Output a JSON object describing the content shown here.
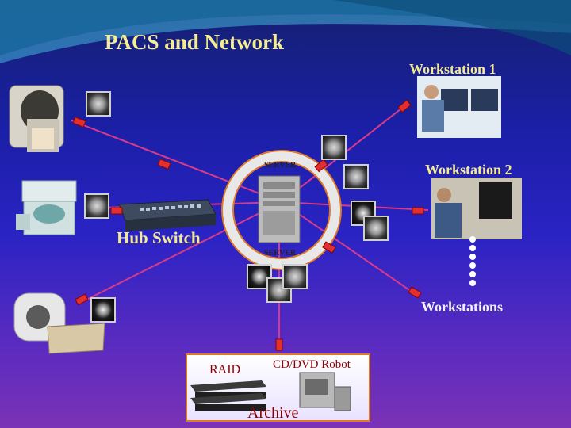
{
  "title": "PACS and Network",
  "labels": {
    "workstation1": "Workstation 1",
    "workstation2": "Workstation 2",
    "workstations": "Workstations",
    "hub": "Hub Switch",
    "server_top": "SERVER",
    "server_bottom": "SERVER",
    "raid": "RAID",
    "robot": "CD/DVD Robot",
    "archive": "Archive"
  }
}
